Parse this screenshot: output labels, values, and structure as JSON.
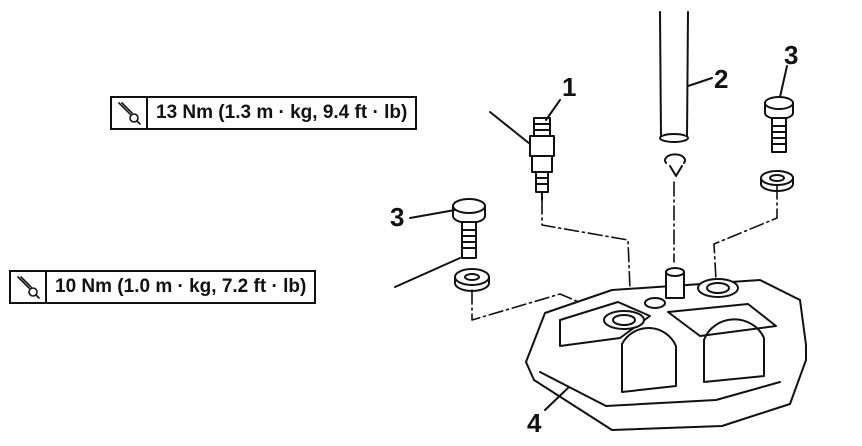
{
  "torque_specs": [
    {
      "text": "13 Nm (1.3 m · kg, 9.4 ft · lb)",
      "icon": "torque-wrench-icon"
    },
    {
      "text": "10 Nm (1.0 m · kg, 7.2 ft · lb)",
      "icon": "torque-wrench-icon"
    }
  ],
  "callouts": {
    "spark_plug": "1",
    "hose": "2",
    "bolt_right": "3",
    "bolt_left": "3",
    "cover": "4"
  }
}
